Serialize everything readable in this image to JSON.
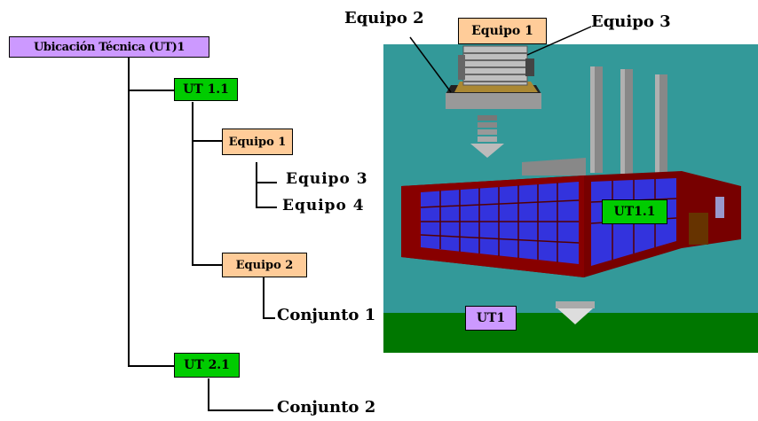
{
  "tree": {
    "root": "Ubicación Técnica (UT)1",
    "ut11": "UT 1.1",
    "equipo1": "Equipo 1",
    "equipo3": "Equipo 3",
    "equipo4": "Equipo 4",
    "equipo2": "Equipo 2",
    "conjunto1": "Conjunto 1",
    "ut21": "UT 2.1",
    "conjunto2": "Conjunto 2"
  },
  "scene": {
    "equipo2_label": "Equipo 2",
    "equipo1_label": "Equipo 1",
    "equipo3_label": "Equipo 3",
    "ut11_label": "UT1.1",
    "ut1_label": "UT1"
  },
  "colors": {
    "purple": "#cc99ff",
    "green": "#00cc00",
    "orange": "#ffcc99",
    "teal": "#339999",
    "grass": "#007700",
    "building": "#770000",
    "window": "#3333dd"
  }
}
